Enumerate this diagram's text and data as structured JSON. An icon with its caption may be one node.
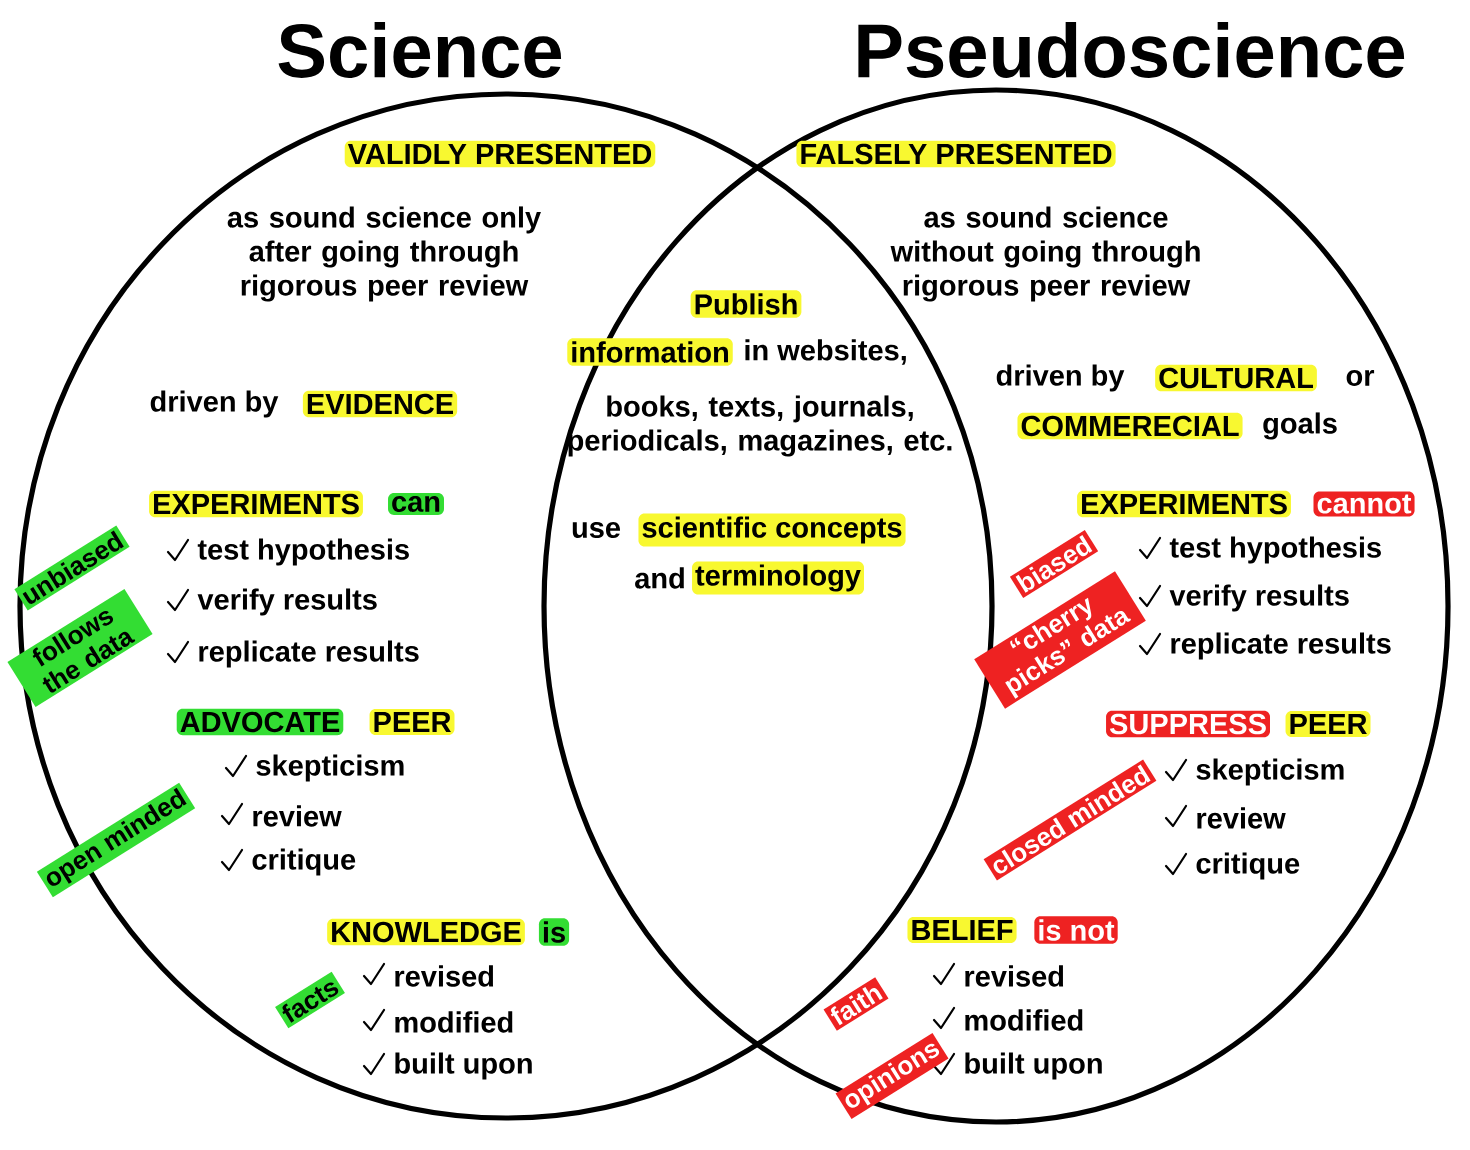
{
  "diagram": {
    "nodes": [
      {
        "text": [
          "Science"
        ]
      },
      {
        "text": [
          "Pseudoscience"
        ]
      }
    ],
    "edges": [],
    "labels": [
      "VALIDLY PRESENTED",
      "as sound science only after going through rigorous peer review",
      "driven by",
      "EVIDENCE",
      "EXPERIMENTS",
      "can",
      "test hypothesis",
      "verify results",
      "replicate results",
      "unbiased",
      "follows the data",
      "ADVOCATE",
      "PEER",
      "skepticism",
      "review",
      "critique",
      "open minded",
      "KNOWLEDGE",
      "is",
      "revised",
      "modified",
      "built upon",
      "facts",
      "Publish",
      "information",
      "in websites,",
      "books, texts, journals, periodicals, magazines, etc.",
      "use",
      "scientific concepts",
      "and",
      "terminology",
      "FALSELY PRESENTED",
      "as sound science without going through rigorous peer review",
      "driven by",
      "CULTURAL",
      "or",
      "COMMERECIAL",
      "goals",
      "EXPERIMENTS",
      "cannot",
      "test hypothesis",
      "verify results",
      "replicate results",
      "biased",
      "“cherry picks” data",
      "SUPPRESS",
      "PEER",
      "skepticism",
      "review",
      "critique",
      "closed minded",
      "BELIEF",
      "is not",
      "revised",
      "modified",
      "built upon",
      "faith",
      "opinions"
    ]
  }
}
